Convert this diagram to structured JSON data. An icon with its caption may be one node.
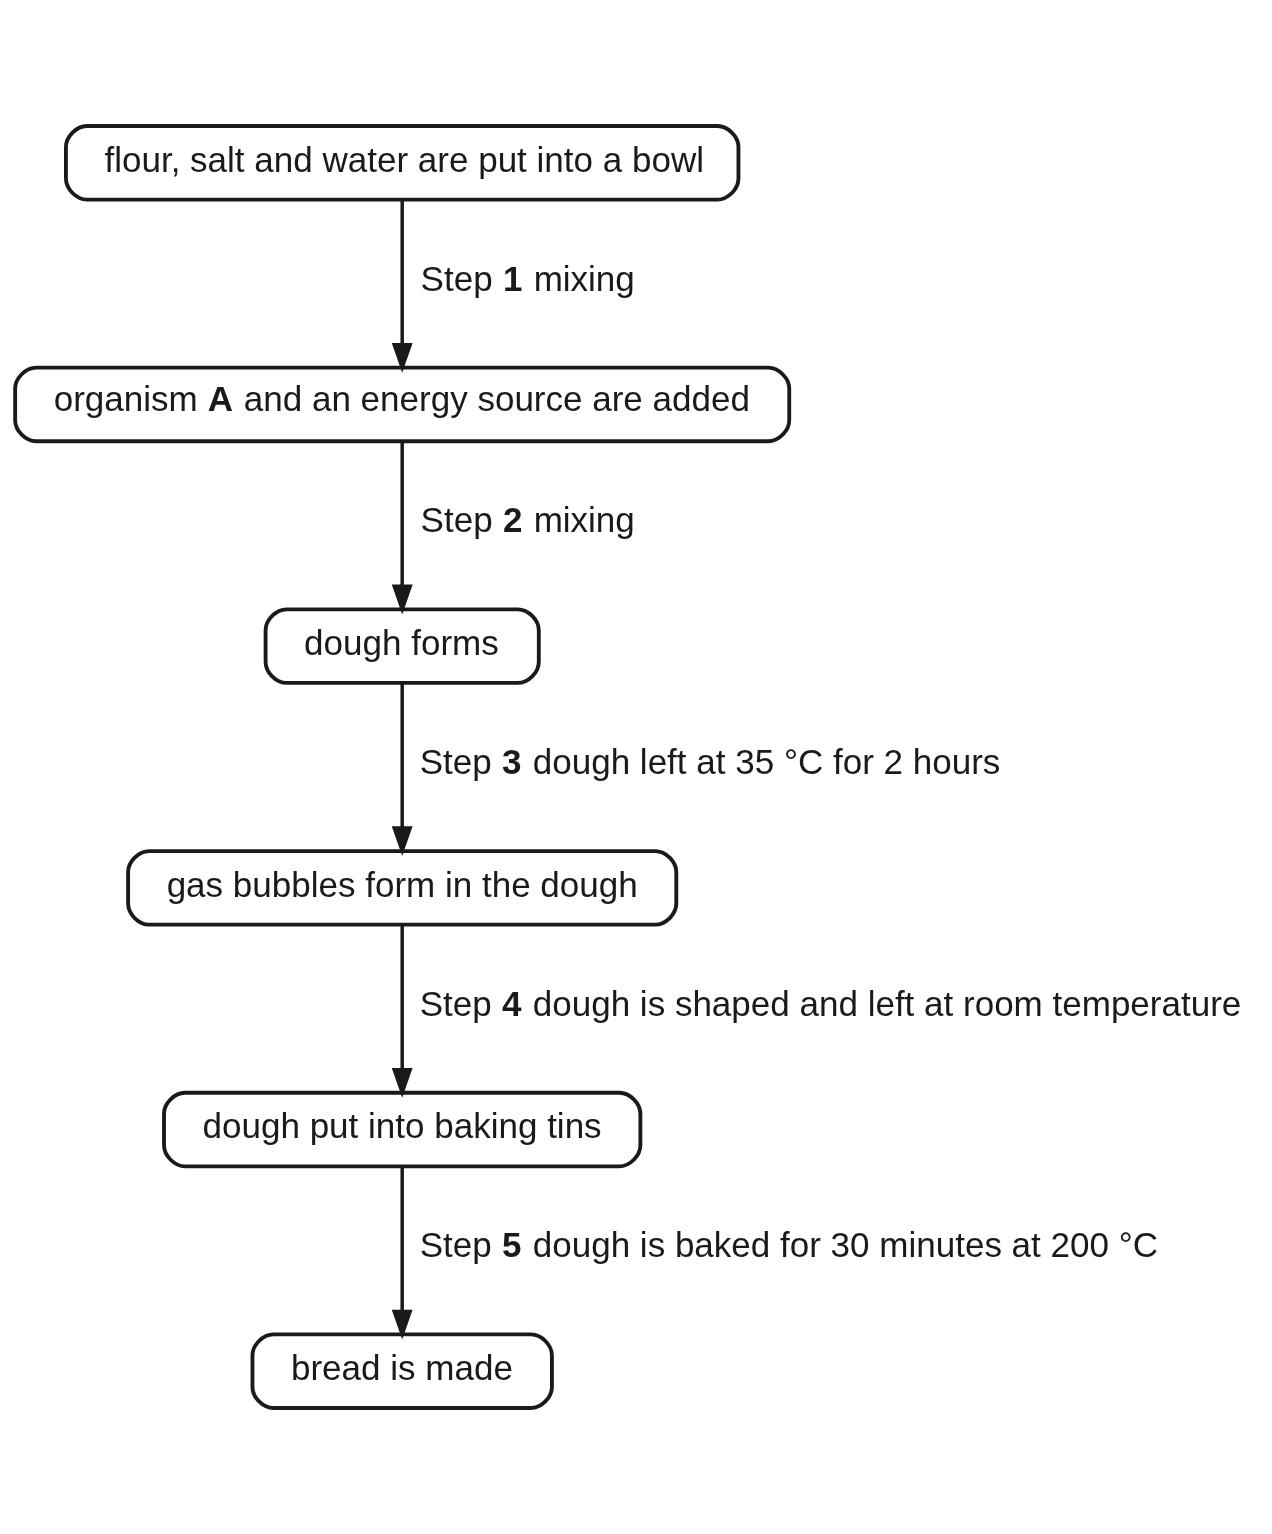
{
  "diagram": {
    "nodes": [
      {
        "text": [
          "flour, salt and water are put into a bowl"
        ]
      },
      {
        "text": [
          "organism **A** and an energy source are added"
        ]
      },
      {
        "text": [
          "dough forms"
        ]
      },
      {
        "text": [
          "gas bubbles form in the dough"
        ]
      },
      {
        "text": [
          "dough put into baking tins"
        ]
      },
      {
        "text": [
          "bread is made"
        ]
      }
    ],
    "edges": [
      {
        "from": 0,
        "to": 1,
        "arrow": "to",
        "label": "Step **1** mixing"
      },
      {
        "from": 1,
        "to": 2,
        "arrow": "to",
        "label": "Step **2** mixing"
      },
      {
        "from": 2,
        "to": 3,
        "arrow": "to",
        "label": "Step **3** dough left at 35 °C for 2 hours"
      },
      {
        "from": 3,
        "to": 4,
        "arrow": "to",
        "label": "Step **4** dough is shaped and left at room temperature"
      },
      {
        "from": 4,
        "to": 5,
        "arrow": "to",
        "label": "Step **5** dough is baked for 30 minutes at 200 °C"
      }
    ]
  }
}
